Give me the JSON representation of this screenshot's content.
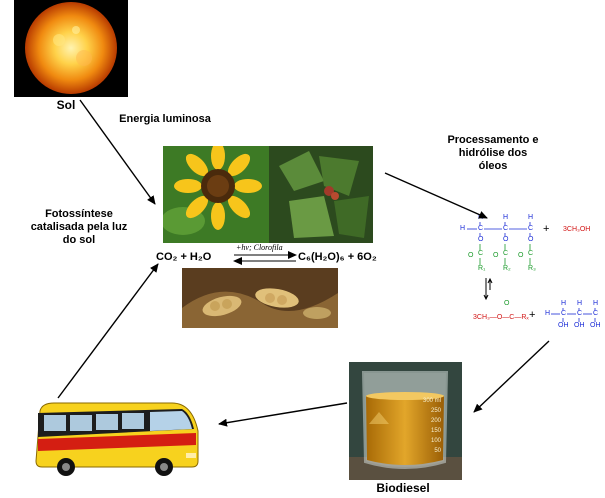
{
  "labels": {
    "sol": "Sol",
    "energia": "Energia luminosa",
    "processamento": [
      "Processamento e",
      "hidrólise dos",
      "óleos"
    ],
    "fotossintese": [
      "Fotossíntese",
      "catalisada pela luz",
      "do sol"
    ],
    "biodiesel": "Biodiesel"
  },
  "equation": {
    "left": "CO₂ + H₂O",
    "right": "C₆(H₂O)₆ + 6O₂",
    "over_arrow": "+hν; Clorofila"
  },
  "chemistry": {
    "plus": "+",
    "methanol_top": "3CH₃OH",
    "methyl_ester": "3CH₃—O—C—Rₓ",
    "glycerol_oh": [
      "OH",
      "OH",
      "OH"
    ],
    "r_groups": [
      "R₁",
      "R₂",
      "R₃"
    ],
    "h": "H",
    "c": "C",
    "o": "O"
  },
  "beaker": {
    "marks": [
      "300 ml",
      "250",
      "200",
      "150",
      "100",
      "50"
    ]
  },
  "colors": {
    "arrow": "#000000",
    "blue": "#1a2bd6",
    "red": "#d21414",
    "green": "#1a9a2a"
  },
  "icons": [
    "sun-icon",
    "sunflower-icon",
    "castor-plant-icon",
    "soybean-icon",
    "beaker-icon",
    "bus-icon"
  ]
}
